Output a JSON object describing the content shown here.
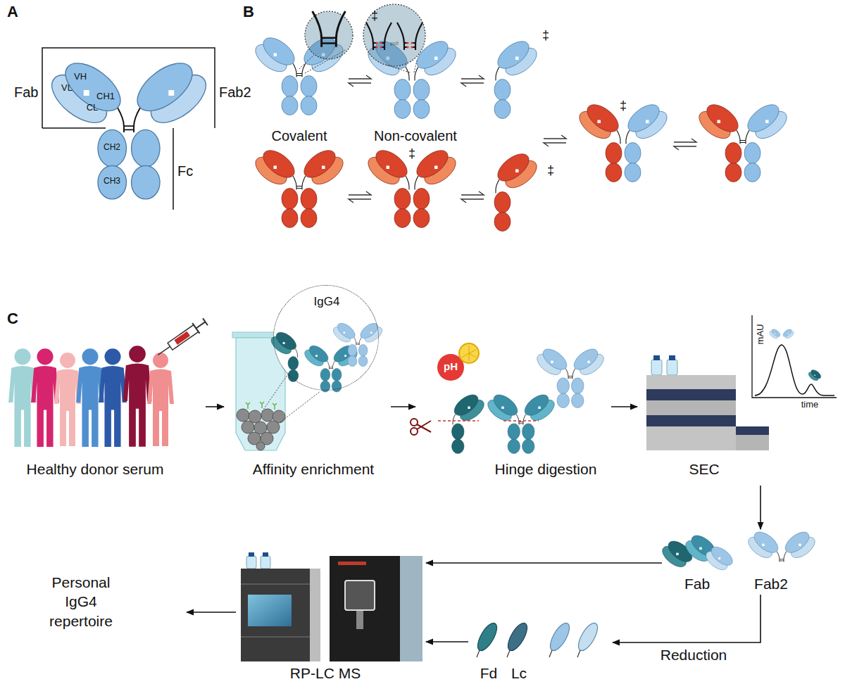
{
  "diagram": {
    "nodes": [
      {
        "text": [
          "Healthy donor serum"
        ]
      },
      {
        "text": [
          "Affinity enrichment"
        ]
      },
      {
        "text": [
          "IgG4"
        ],
        "in": 1
      },
      {
        "text": [
          "Hinge digestion"
        ]
      },
      {
        "text": [
          "SEC"
        ]
      },
      {
        "text": [
          "Fab"
        ]
      },
      {
        "text": [
          "Fab2"
        ]
      },
      {
        "text": [
          "Fd",
          "Lc"
        ]
      },
      {
        "text": [
          "RP-LC MS"
        ]
      },
      {
        "text": [
          "Personal IgG4 repertoire"
        ]
      }
    ],
    "edges": [
      {
        "from": 0,
        "to": 1,
        "arrow": "to"
      },
      {
        "from": 1,
        "to": 3,
        "arrow": "to"
      },
      {
        "from": 3,
        "to": 4,
        "arrow": "to"
      },
      {
        "from": 4,
        "to": 6,
        "arrow": "to"
      },
      {
        "from": 5,
        "to": 8,
        "arrow": "to"
      },
      {
        "from": 6,
        "to": 7,
        "label": "Reduction",
        "arrow": "to"
      },
      {
        "from": 7,
        "to": 8,
        "arrow": "to"
      },
      {
        "from": 8,
        "to": 9,
        "arrow": "to"
      }
    ],
    "labels": [
      "A",
      "Fab",
      "VL",
      "VH",
      "CH1",
      "CL",
      "Fab2",
      "CH2",
      "CH3",
      "Fc",
      "B",
      "‡",
      "‡",
      "‡",
      "‡",
      "‡",
      "Covalent",
      "Non-covalent",
      "C",
      "pH",
      "mAU",
      "time"
    ]
  }
}
